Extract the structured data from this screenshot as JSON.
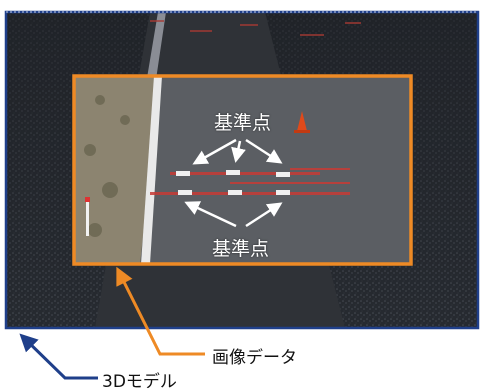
{
  "annotations": {
    "reference_points_top": "基準点",
    "reference_points_bottom": "基準点",
    "image_data": "画像データ",
    "model_3d": "3Dモデル"
  },
  "colors": {
    "point_cloud_frame": "#1f3f8a",
    "image_frame": "#ee8a25",
    "arrow_image": "#ee8a25",
    "arrow_model": "#1f3f8a",
    "arrow_white": "#ffffff"
  }
}
